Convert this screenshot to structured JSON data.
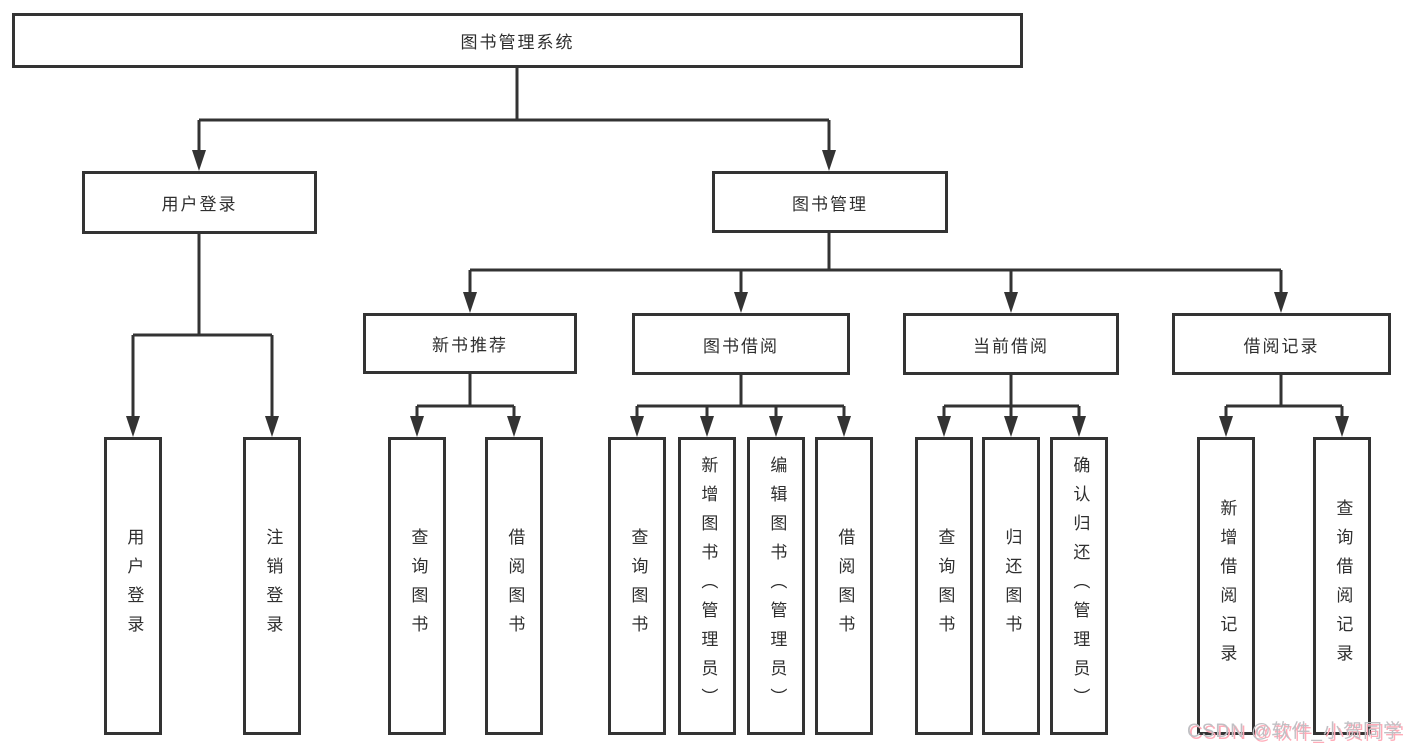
{
  "page": {
    "background": "#ffffff",
    "line_color": "#333333",
    "box_border_color": "#333333",
    "text_color": "#2f2f2f",
    "watermark_color": "#c0c0c4",
    "watermark_shadow_color": "#ffabb8"
  },
  "diagram": {
    "root": {
      "label": "图书管理系统"
    },
    "level2": {
      "user_login": {
        "label": "用户登录"
      },
      "book_mgmt": {
        "label": "图书管理"
      }
    },
    "level3": {
      "new_books": {
        "label": "新书推荐"
      },
      "book_borrow": {
        "label": "图书借阅"
      },
      "current_borrow": {
        "label": "当前借阅"
      },
      "borrow_records": {
        "label": "借阅记录"
      }
    },
    "leaves": {
      "user_login": [
        "用户登录",
        "注销登录"
      ],
      "new_books": [
        "查询图书",
        "借阅图书"
      ],
      "book_borrow": [
        "查询图书",
        "新增图书（管理员）",
        "编辑图书（管理员）",
        "借阅图书"
      ],
      "current_borrow": [
        "查询图书",
        "归还图书",
        "确认归还（管理员）"
      ],
      "borrow_records": [
        "新增借阅记录",
        "查询借阅记录"
      ]
    }
  },
  "watermark": {
    "text": "CSDN @软件_小贺同学"
  }
}
